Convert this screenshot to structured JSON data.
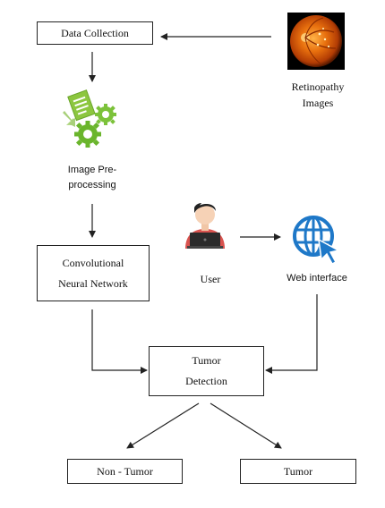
{
  "nodes": {
    "data_collection": "Data Collection",
    "retinopathy_images": "Retinopathy Images",
    "image_preprocessing": "Image Pre-processing",
    "cnn": "Convolutional Neural Network",
    "user": "User",
    "web_interface": "Web interface",
    "tumor_detection": "Tumor Detection",
    "non_tumor": "Non - Tumor",
    "tumor": "Tumor"
  },
  "icons": {
    "retina": "retina-photo-icon",
    "preprocessing": "gears-document-icon",
    "user": "user-laptop-icon",
    "web": "globe-cursor-icon"
  },
  "colors": {
    "line": "#222222",
    "retina_orange": "#e0640a",
    "gear_green": "#7cc23a",
    "globe_blue": "#1e78c8",
    "user_red": "#d9534f"
  }
}
